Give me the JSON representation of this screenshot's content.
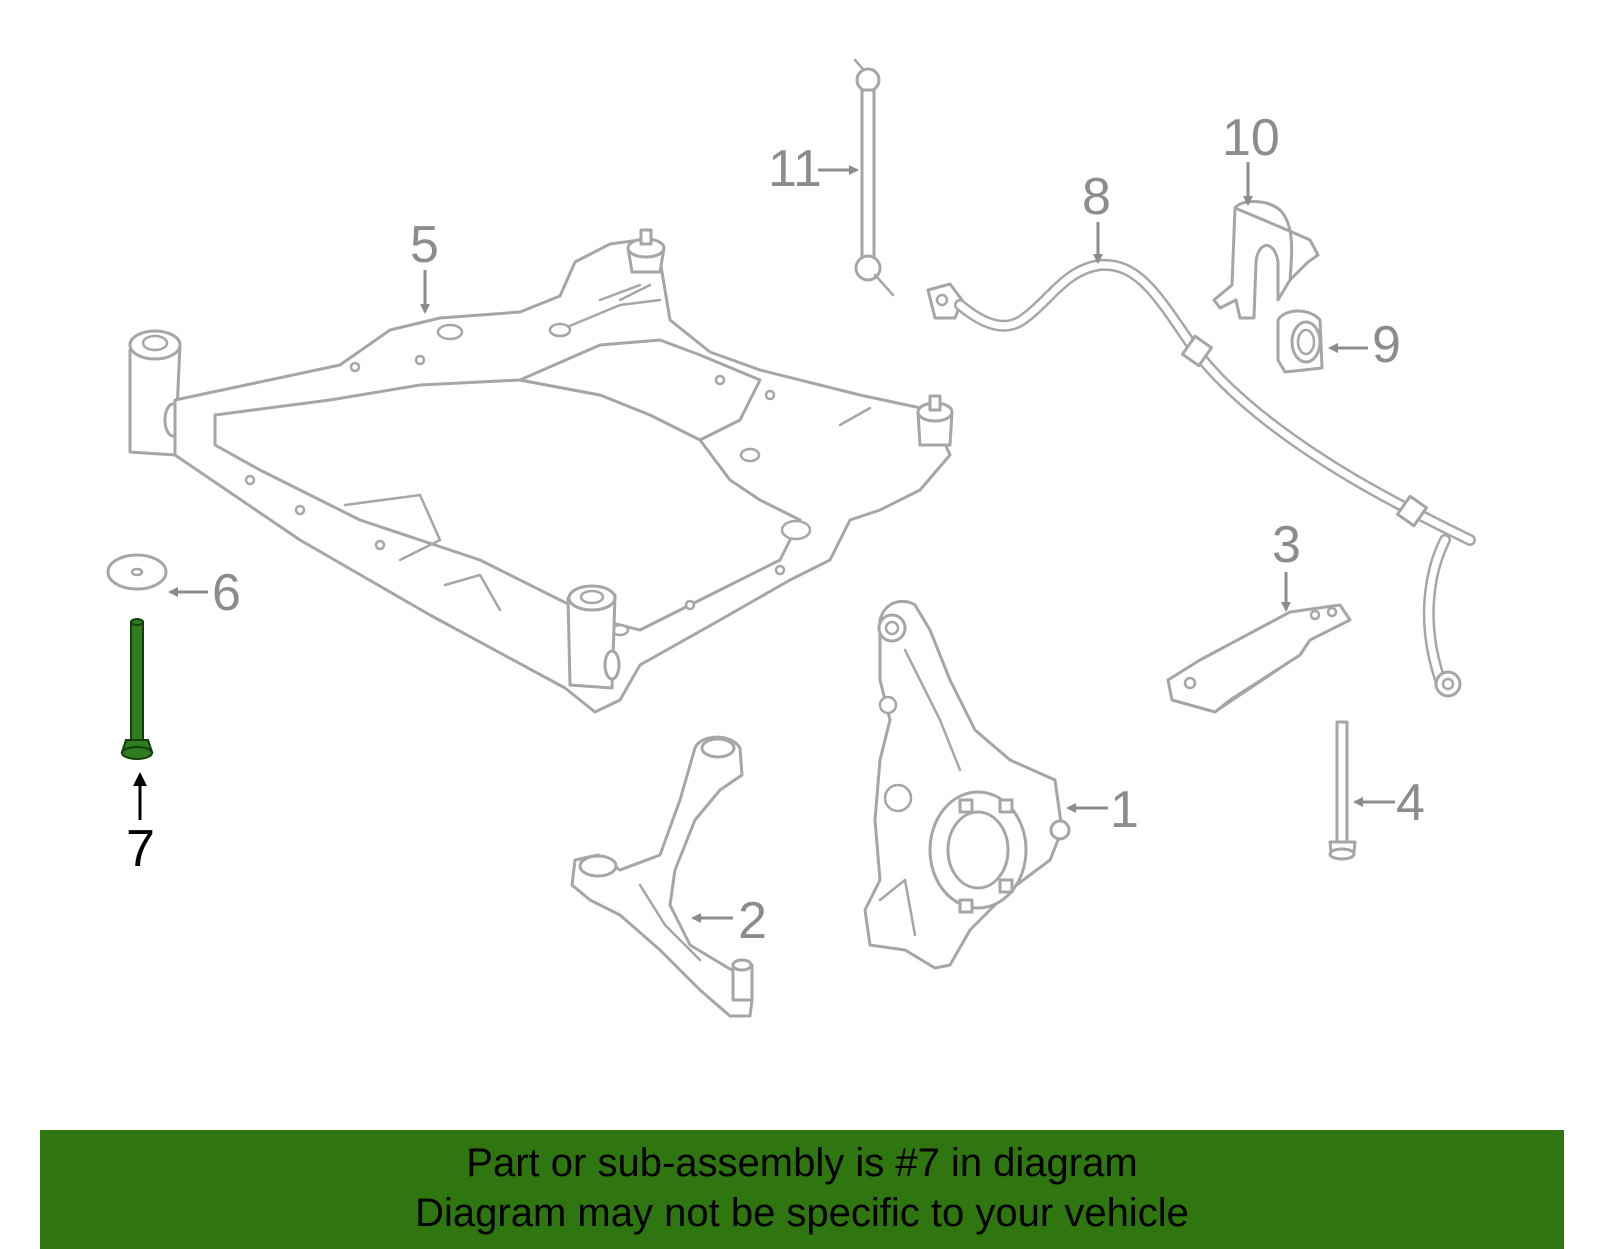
{
  "callouts": {
    "c1": "1",
    "c2": "2",
    "c3": "3",
    "c4": "4",
    "c5": "5",
    "c6": "6",
    "c7": "7",
    "c8": "8",
    "c9": "9",
    "c10": "10",
    "c11": "11"
  },
  "highlighted_part": "7",
  "colors": {
    "highlight": "#2f7d1f",
    "banner": "#2f7610",
    "line_art": "#a6a6a6"
  },
  "banner": {
    "line1": "Part or sub-assembly is #7 in diagram",
    "line2": "Diagram may not be specific to your vehicle"
  }
}
